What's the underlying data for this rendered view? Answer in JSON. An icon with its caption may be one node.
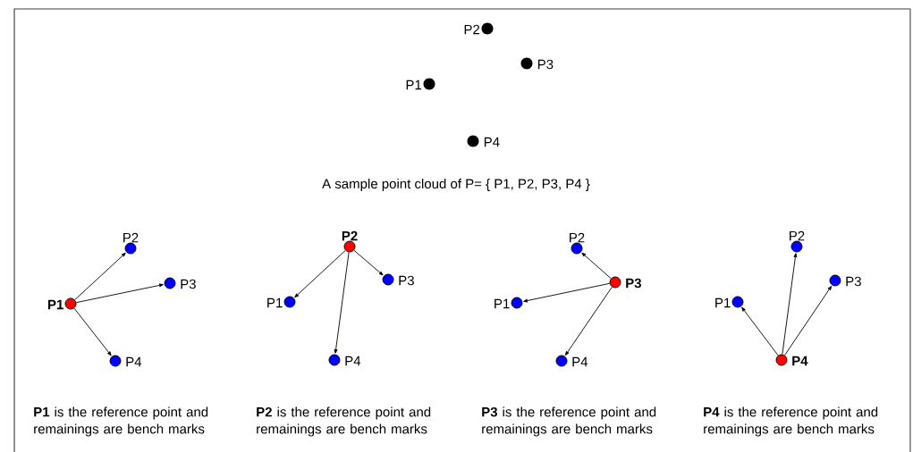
{
  "diagram": {
    "nodes": [
      {
        "text": [],
        "shape": "circle",
        "beside": [
          "P2"
        ]
      },
      {
        "text": [],
        "shape": "circle",
        "beside": [
          "P3"
        ]
      },
      {
        "text": [],
        "shape": "circle",
        "beside": [
          "P1"
        ]
      },
      {
        "text": [],
        "shape": "circle",
        "beside": [
          "P4"
        ]
      },
      {
        "text": [],
        "shape": "circle",
        "beside": [
          "P2"
        ]
      },
      {
        "text": [],
        "shape": "circle",
        "beside": [
          "P3"
        ]
      },
      {
        "text": [],
        "shape": "circle",
        "beside": [
          "P1"
        ]
      },
      {
        "text": [],
        "shape": "circle",
        "beside": [
          "P4"
        ]
      },
      {
        "text": [],
        "shape": "circle",
        "beside": [
          "P2"
        ]
      },
      {
        "text": [],
        "shape": "circle",
        "beside": [
          "P3"
        ]
      },
      {
        "text": [],
        "shape": "circle",
        "beside": [
          "P1"
        ]
      },
      {
        "text": [],
        "shape": "circle",
        "beside": [
          "P4"
        ]
      },
      {
        "text": [],
        "shape": "circle",
        "beside": [
          "P2"
        ]
      },
      {
        "text": [],
        "shape": "circle",
        "beside": [
          "P3"
        ]
      },
      {
        "text": [],
        "shape": "circle",
        "beside": [
          "P1"
        ]
      },
      {
        "text": [],
        "shape": "circle",
        "beside": [
          "P4"
        ]
      },
      {
        "text": [],
        "shape": "circle",
        "beside": [
          "P2"
        ]
      },
      {
        "text": [],
        "shape": "circle",
        "beside": [
          "P3"
        ]
      },
      {
        "text": [],
        "shape": "circle",
        "beside": [
          "P1"
        ]
      },
      {
        "text": [],
        "shape": "circle",
        "beside": [
          "P4"
        ]
      }
    ],
    "edges": [
      {
        "from": 6,
        "to": 4,
        "arrow": "to"
      },
      {
        "from": 6,
        "to": 5,
        "arrow": "to"
      },
      {
        "from": 6,
        "to": 7,
        "arrow": "to"
      },
      {
        "from": 8,
        "to": 10,
        "arrow": "to"
      },
      {
        "from": 8,
        "to": 11,
        "arrow": "to"
      },
      {
        "from": 8,
        "to": 9,
        "arrow": "to"
      },
      {
        "from": 13,
        "to": 12,
        "arrow": "to"
      },
      {
        "from": 13,
        "to": 14,
        "arrow": "to"
      },
      {
        "from": 13,
        "to": 15,
        "arrow": "to"
      },
      {
        "from": 19,
        "to": 18,
        "arrow": "to"
      },
      {
        "from": 19,
        "to": 16,
        "arrow": "to"
      },
      {
        "from": 19,
        "to": 17,
        "arrow": "to"
      }
    ],
    "labels": [
      "A sample point cloud of P= { P1, P2, P3, P4 }",
      "**P1** is the reference point and remainings are bench marks",
      "**P2** is the reference point and remainings are bench marks",
      "**P3** is the reference point and remainings are bench marks",
      "**P4** is the reference point and remainings are bench marks"
    ]
  }
}
